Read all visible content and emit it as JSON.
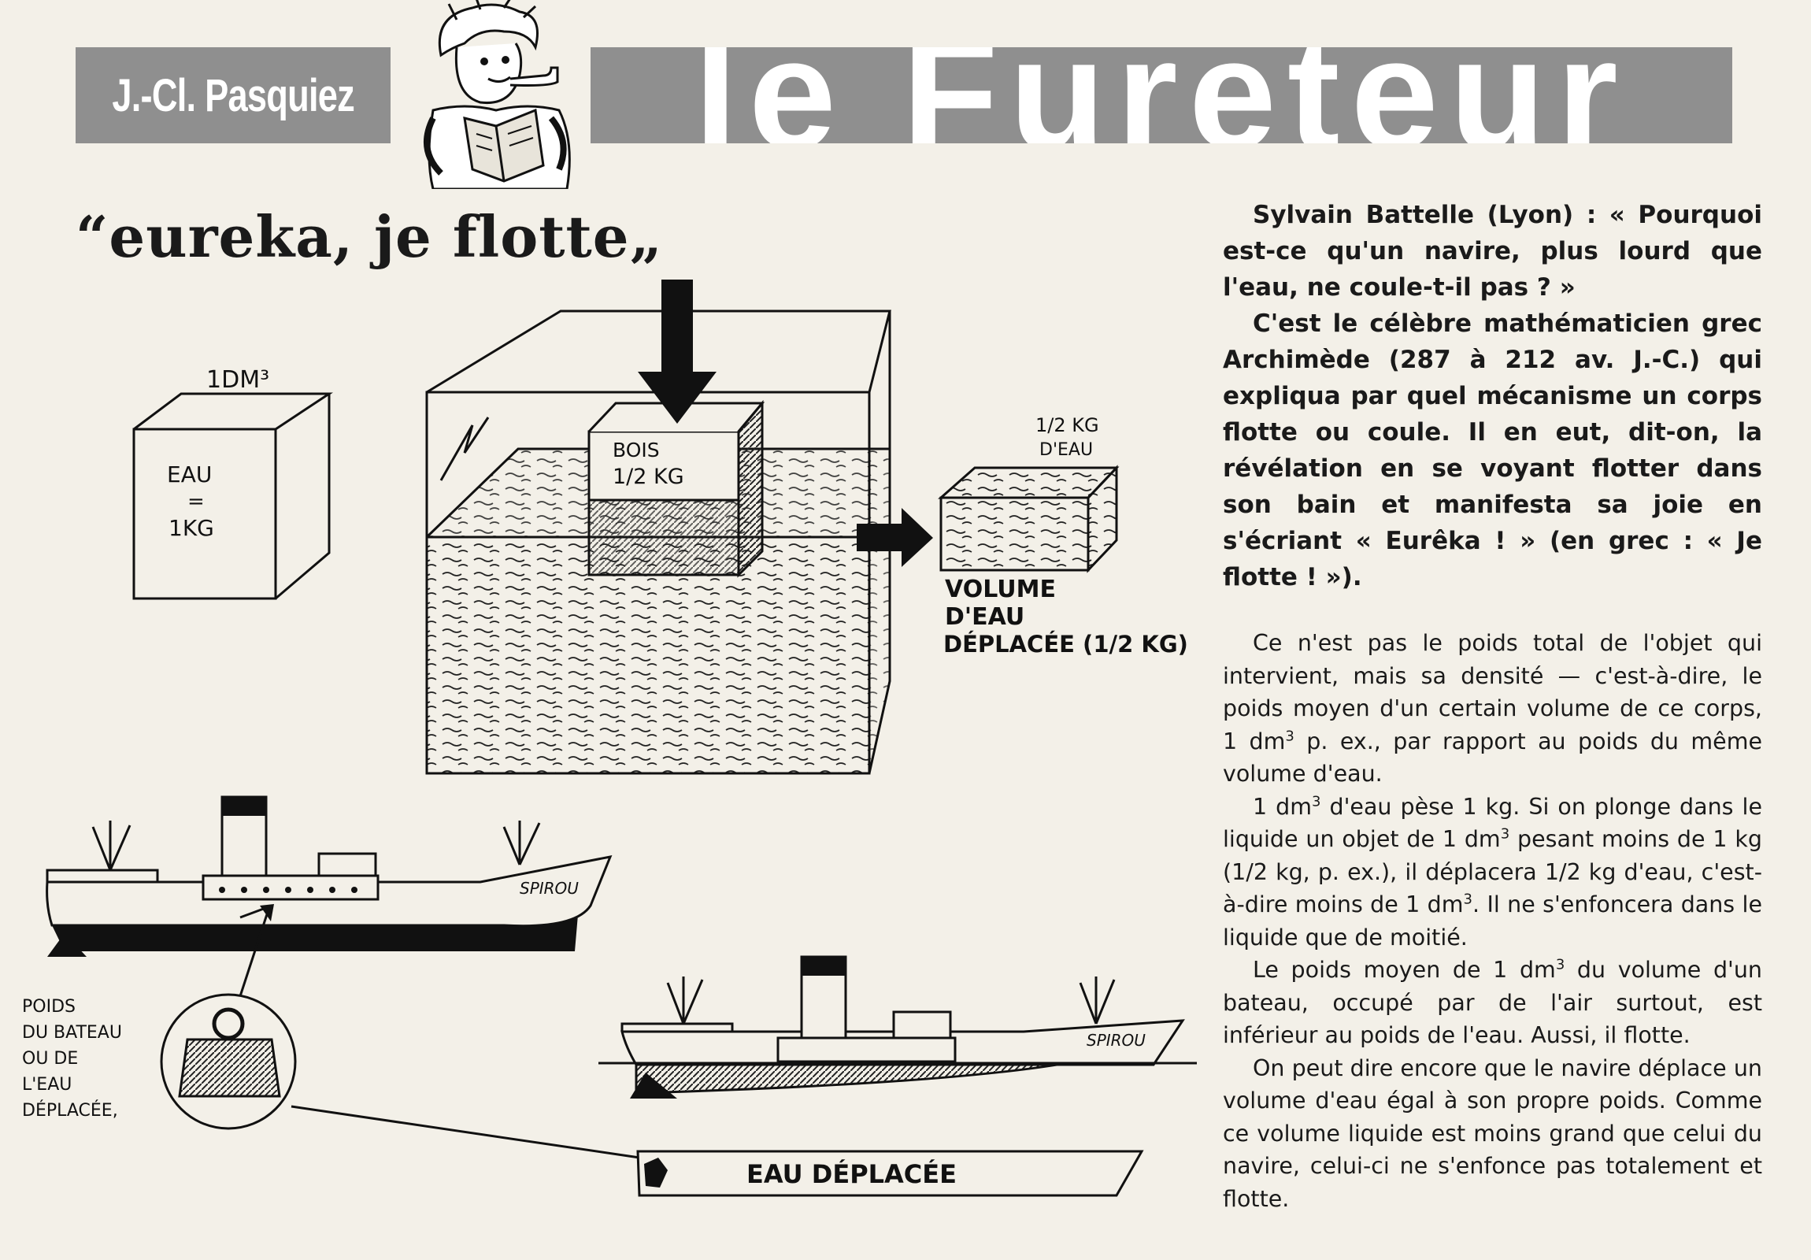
{
  "header": {
    "author": "J.-Cl. Pasquiez",
    "column_title": "le Fureteur"
  },
  "article": {
    "title": "“eureka, je flotte„"
  },
  "illustration": {
    "cube_label_top": "1DM³",
    "cube_label_line1": "EAU",
    "cube_label_line2": "=",
    "cube_label_line3": "1KG",
    "wood_label_line1": "BOIS",
    "wood_label_line2": "1/2 KG",
    "displaced_small_line1": "1/2 KG",
    "displaced_small_line2": "D'EAU",
    "volume_line1": "VOLUME",
    "volume_line2": "D'EAU",
    "volume_line3": "DÉPLACÉE (1/2 KG)",
    "ship_name_1": "SPIROU",
    "ship_name_2": "SPIROU",
    "weight_line1": "POIDS",
    "weight_line2": "DU BATEAU",
    "weight_line3": "OU DE",
    "weight_line4": "L'EAU",
    "weight_line5": "DÉPLACÉE,",
    "displaced_water_label": "EAU DÉPLACÉE"
  },
  "question": {
    "p1": "Sylvain Battelle (Lyon) : « Pourquoi est-ce qu'un navire, plus lourd que l'eau, ne coule-t-il pas ? »",
    "p2": "C'est le célèbre mathématicien grec Archimède (287 à 212 av. J.-C.) qui expliqua par quel mécanisme un corps flotte ou coule. Il en eut, dit-on, la révélation en se voyant flotter dans son bain et manifesta sa joie en s'écriant « Eurêka ! » (en grec : « Je flotte ! »)."
  },
  "body": {
    "p1a": "Ce n'est pas le poids total de l'objet qui intervient, mais sa densité — c'est-à-dire, le poids moyen d'un certain volume de ce corps, 1 dm",
    "p1b": " p. ex., par rapport au poids du même volume d'eau.",
    "p2a": "1 dm",
    "p2b": " d'eau pèse 1 kg. Si on plonge dans le liquide un objet de 1 dm",
    "p2c": " pesant moins de 1 kg (1/2 kg, p. ex.), il déplacera 1/2 kg d'eau, c'est-à-dire moins de 1 dm",
    "p2d": ". Il ne s'enfoncera dans le liquide que de moitié.",
    "p3a": "Le poids moyen de 1 dm",
    "p3b": " du volume d'un bateau, occupé par de l'air surtout, est inférieur au poids de l'eau. Aussi, il flotte.",
    "p4": "On peut dire encore que le navire déplace un volume d'eau égal à son propre poids. Comme ce volume liquide est moins grand que celui du navire, celui-ci ne s'enfonce pas totalement et flotte.",
    "sup": "3"
  }
}
